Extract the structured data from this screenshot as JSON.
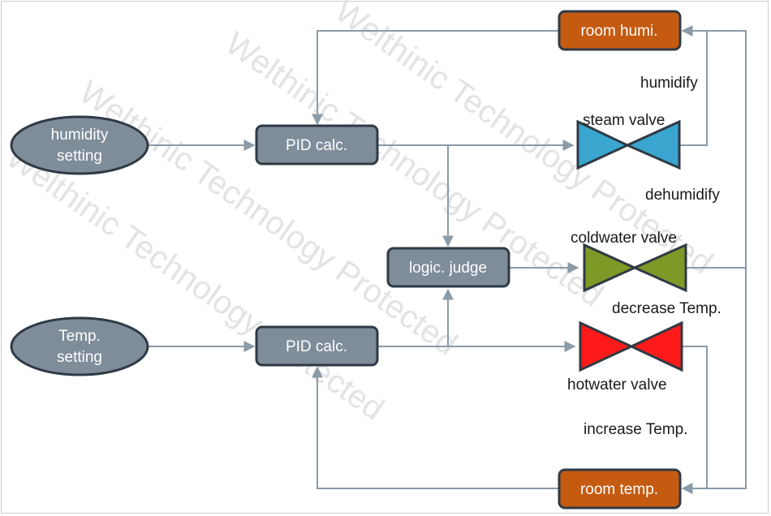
{
  "watermark": {
    "line1": "Welthinic Technology Protected",
    "line2": "Welthinic Technology Protected",
    "line3": "Welthinic Technology Protected",
    "line4": "Welthinic Technology Protected"
  },
  "nodes": {
    "humidity_setting": {
      "line1": "humidity",
      "line2": "setting"
    },
    "temp_setting": {
      "line1": "Temp.",
      "line2": "setting"
    },
    "pid_humidity": "PID calc.",
    "pid_temp": "PID calc.",
    "logic_judge": "logic. judge",
    "room_humi": "room humi.",
    "room_temp": "room temp."
  },
  "labels": {
    "humidify": "humidify",
    "steam_valve": "steam valve",
    "dehumidify": "dehumidify",
    "coldwater_valve": "coldwater valve",
    "decrease_temp": "decrease Temp.",
    "hotwater_valve": "hotwater valve",
    "increase_temp": "increase Temp."
  },
  "colors": {
    "node_fill": "#7f8c9a",
    "node_stroke": "#2f3a45",
    "room_fill": "#c55a11",
    "line": "#8b9ba8",
    "steam_valve": "#3aa6cf",
    "coldwater_valve": "#7d9a27",
    "hotwater_valve": "#ff1a1a"
  }
}
